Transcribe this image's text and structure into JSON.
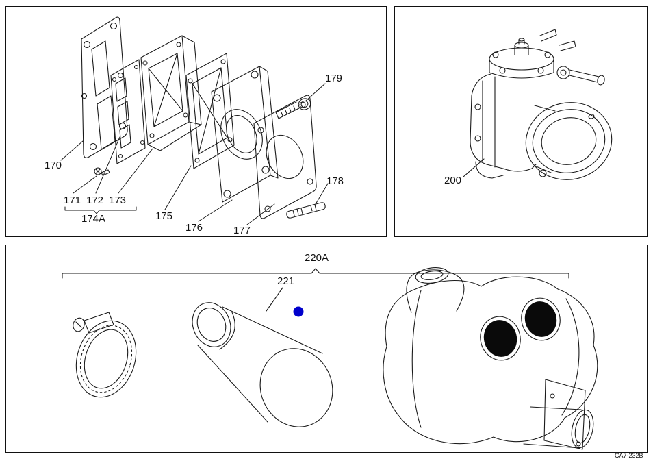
{
  "footer": {
    "doc_code": "CA7-232B"
  },
  "marker": {
    "color": "#0000cc"
  },
  "panels": {
    "reed_valve_assembly": {
      "part_labels": {
        "p170": "170",
        "p171": "171",
        "p172": "172",
        "p173": "173",
        "p174A": "174A",
        "p175": "175",
        "p176": "176",
        "p177": "177",
        "p178": "178",
        "p179": "179"
      }
    },
    "carburetor": {
      "part_labels": {
        "p200": "200"
      }
    },
    "air_intake_exhaust": {
      "part_labels": {
        "p220A": "220A",
        "p221": "221"
      }
    }
  }
}
